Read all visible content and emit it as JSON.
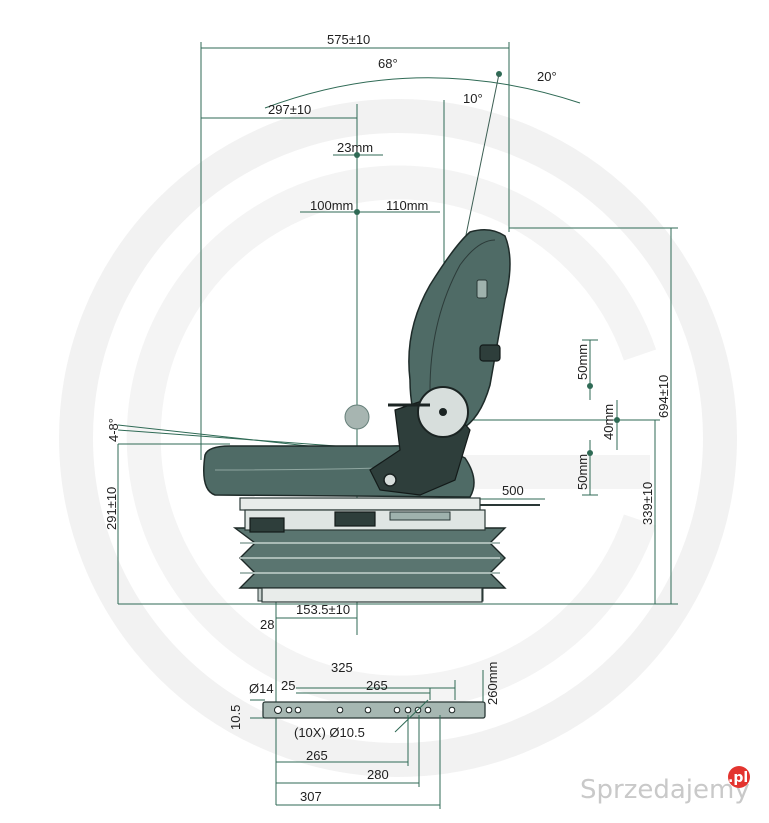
{
  "dimensions": {
    "overall_width": "575±10",
    "ref_297": "297±10",
    "adj_23": "23mm",
    "adj_100": "100mm",
    "adj_110": "110mm",
    "angle_68": "68°",
    "angle_20": "20°",
    "angle_10": "10°",
    "angle_4_8": "4-8°",
    "height_694": "694±10",
    "height_339": "339±10",
    "height_291": "291±10",
    "susp_50_top": "50mm",
    "susp_40": "40mm",
    "susp_50_bot": "50mm",
    "slide_500": "500",
    "offset_153": "153.5±10",
    "offset_28": "28"
  },
  "base_plate": {
    "width_325": "325",
    "spacing_265_top": "265",
    "dia_14": "Ø14",
    "gap_25": "25",
    "height_260": "260mm",
    "thickness_10_5": "10.5",
    "holes": "(10X) Ø10.5",
    "bottom_265": "265",
    "bottom_280": "280",
    "bottom_307": "307"
  },
  "watermark": {
    "text": "Sprzedajemy",
    "tld": ".pl",
    "accent_color": "#e3342f"
  },
  "colors": {
    "seat_body": "#4f6b66",
    "dimension_lines": "#2f6a55",
    "bellows": "#5a7570"
  }
}
